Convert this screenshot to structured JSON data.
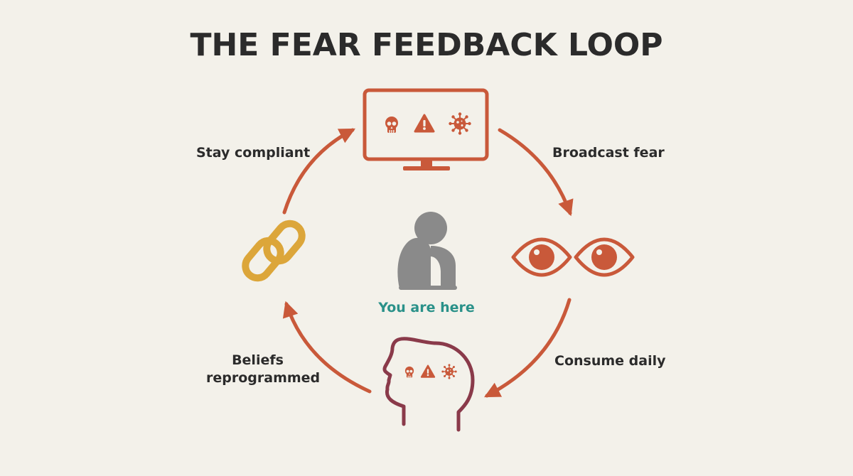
{
  "title": "THE FEAR FEEDBACK LOOP",
  "steps": {
    "broadcast": "Broadcast fear",
    "consume": "Consume daily",
    "beliefs_line1": "Beliefs",
    "beliefs_line2": "reprogrammed",
    "compliant": "Stay compliant"
  },
  "center": {
    "label": "You are here"
  },
  "icons": {
    "stage1": "tv-screen-icon",
    "stage2": "eyes-icon",
    "stage3": "head-icon",
    "stage4": "chain-link-icon",
    "center": "huddled-person-icon",
    "symbols": [
      "skull-icon",
      "warning-icon",
      "virus-icon"
    ]
  },
  "colors": {
    "orange": "#c9593a",
    "maroon": "#8a3a4a",
    "gold": "#dca63a",
    "gray": "#8a8a8a",
    "teal": "#2a9189",
    "text": "#2b2b2b"
  }
}
